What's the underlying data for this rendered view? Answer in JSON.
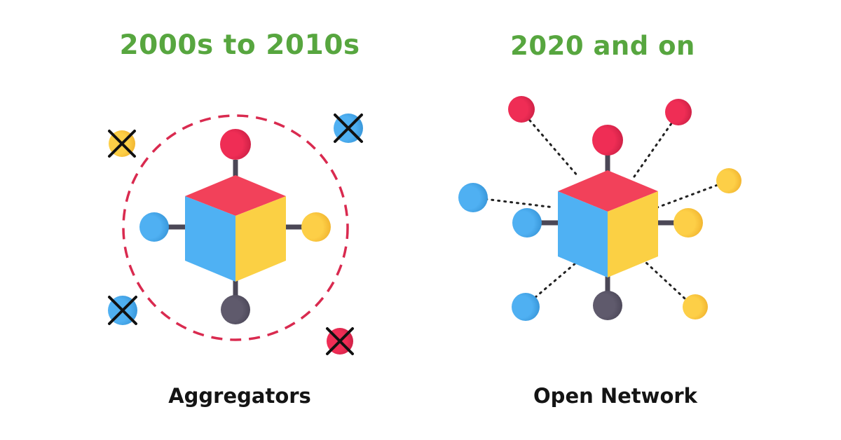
{
  "panels": {
    "left": {
      "heading": "2000s to 2010s",
      "caption": "Aggregators"
    },
    "right": {
      "heading": "2020 and on",
      "caption": "Open Network"
    }
  },
  "colors": {
    "heading_green": "#57a63f",
    "red": "#e8264f",
    "blue": "#4aa9ec",
    "yellow": "#fbc93f",
    "dark": "#5a5566",
    "cube_top": "#f04158",
    "cube_left": "#4fb1f3",
    "cube_right": "#fbd044"
  }
}
